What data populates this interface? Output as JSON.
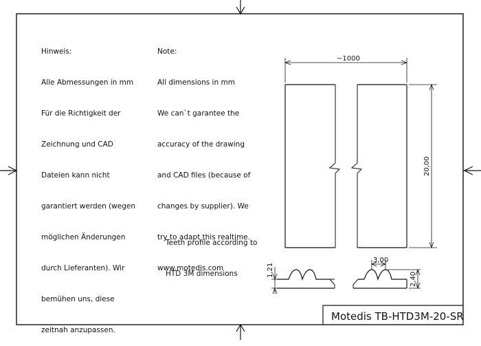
{
  "notes_de": {
    "heading": "Hinweis:",
    "lines": [
      "Alle Abmessungen in mm",
      "Für die Richtigkeit der",
      "Zeichnung und CAD",
      "Dateien kann nicht",
      "garantiert werden (wegen",
      "möglichen Änderungen",
      "durch Lieferanten). Wir",
      "bemühen uns, diese",
      "zeitnah anzupassen."
    ]
  },
  "notes_en": {
    "heading": "Note:",
    "lines": [
      "All dimensions in mm",
      "We can`t garantee the",
      "accuracy of the drawing",
      "and CAD files (because of",
      "changes by supplier). We",
      "try to adapt this realtime.",
      "www.motedis.com"
    ]
  },
  "profile_note": {
    "line1": "Teeth profile according to",
    "line2": "HTD 3M dimensions"
  },
  "dimensions": {
    "length": "~1000",
    "width": "20,00",
    "pitch": "3,00",
    "base_thickness": "1,21",
    "total_thickness": "2,40"
  },
  "title_block": {
    "title": "Motedis TB-HTD3M-20-SR"
  }
}
